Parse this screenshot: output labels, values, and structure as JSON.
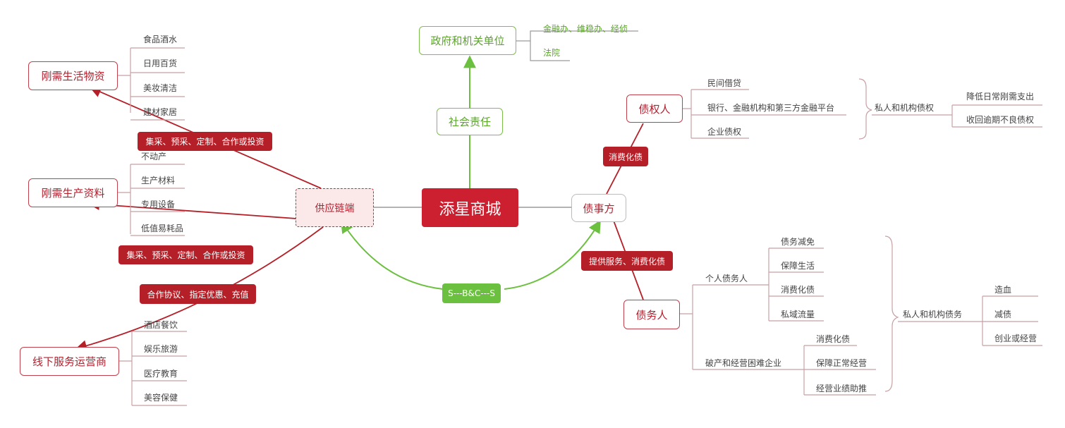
{
  "center": "添星商城",
  "supply": {
    "label": "供应链端",
    "groups": [
      {
        "title": "刚需生活物资",
        "items": [
          "食品酒水",
          "日用百货",
          "美妆清洁",
          "建材家居"
        ],
        "edge_label": "集采、预采、定制、合作或投资"
      },
      {
        "title": "刚需生产资料",
        "items": [
          "不动产",
          "生产材料",
          "专用设备",
          "低值易耗品"
        ],
        "edge_label": "集采、预采、定制、合作或投资"
      },
      {
        "title": "线下服务运营商",
        "items": [
          "酒店餐饮",
          "娱乐旅游",
          "医疗教育",
          "美容保健"
        ],
        "edge_label": "合作协议、指定优惠、充值"
      }
    ]
  },
  "social": {
    "label": "社会责任",
    "gov": "政府和机关单位",
    "items": [
      "金融办、维稳办、经侦",
      "法院"
    ]
  },
  "cycle_label": "S---B&C---S",
  "debt": {
    "label": "债事方",
    "creditor": {
      "title": "债权人",
      "edge_label": "消费化债",
      "items": [
        "民间借贷",
        "银行、金融机构和第三方金融平台",
        "企业债权"
      ],
      "summary": "私人和机构债权",
      "outcomes": [
        "降低日常刚需支出",
        "收回逾期不良债权"
      ]
    },
    "debtor": {
      "title": "债务人",
      "edge_label": "提供服务、消费化债",
      "individual": {
        "title": "个人债务人",
        "items": [
          "债务减免",
          "保障生活",
          "消费化债",
          "私域流量"
        ]
      },
      "enterprise": {
        "title": "破产和经营困难企业",
        "items": [
          "消费化债",
          "保障正常经营",
          "经营业绩助推"
        ]
      },
      "summary": "私人和机构债务",
      "outcomes": [
        "造血",
        "减债",
        "创业或经营"
      ]
    }
  },
  "colors": {
    "red": "#b51f28",
    "green": "#6cc03f",
    "line": "#9a9a9a"
  }
}
